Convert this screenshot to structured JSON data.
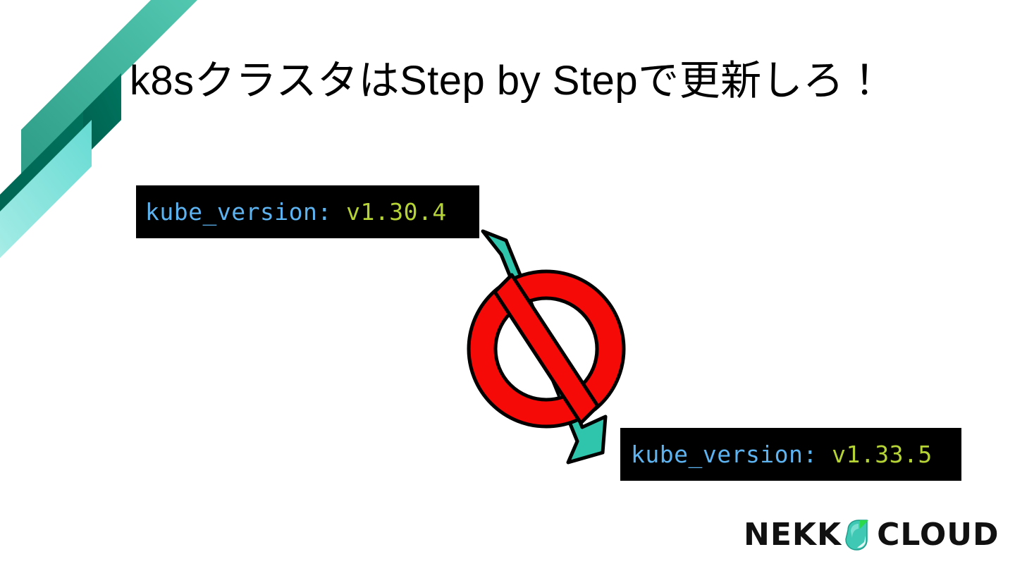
{
  "slide": {
    "title": "k8sクラスタはStep by Stepで更新しろ！",
    "background_color": "#ffffff"
  },
  "decor": {
    "stripe_top_color_start": "#4FC4AE",
    "stripe_top_color_end": "#2E9C87",
    "stripe_middle_color": "#00705E",
    "stripe_bottom_color_start": "#6FDCD4",
    "stripe_bottom_color_end": "#D6F5F2"
  },
  "code_blocks": {
    "from": {
      "key": "kube_version:",
      "value": "v1.30.4",
      "full": "kube_version: v1.30.4",
      "bg": "#000000",
      "key_color": "#5cb3f0",
      "value_color": "#b5d335"
    },
    "to": {
      "key": "kube_version:",
      "value": "v1.33.5",
      "full": "kube_version: v1.33.5",
      "bg": "#000000",
      "key_color": "#5cb3f0",
      "value_color": "#b5d335"
    }
  },
  "graphic": {
    "arrow_label": "downward-arrow",
    "arrow_color": "#2FC4AC",
    "arrow_outline": "#000000",
    "prohibition_label": "no-entry-sign",
    "prohibition_color": "#F60A08",
    "prohibition_outline": "#000000",
    "meaning": "direct upgrade not allowed"
  },
  "logo": {
    "text_left": "NEKK",
    "text_right": "CLOUD",
    "full": "NEKKO CLOUD",
    "mark_color": "#3FC8B4",
    "mark_tip_color": "#2BD94A"
  }
}
